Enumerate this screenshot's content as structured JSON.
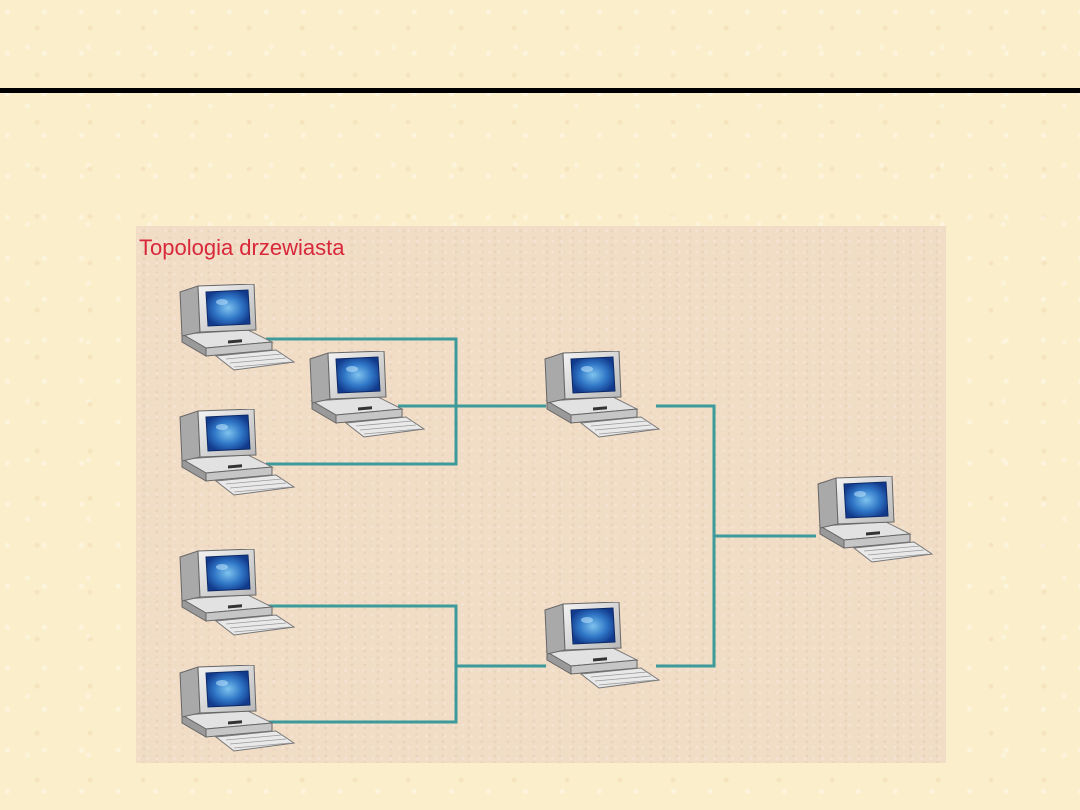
{
  "diagram": {
    "title": "Topologia drzewiasta"
  },
  "colors": {
    "page_background": "#fbeecb",
    "panel_background": "#f1dcc6",
    "title": "#d8283a",
    "link": "#3c9a9a",
    "divider": "#000000"
  },
  "icons": {
    "node": "desktop-computer-icon"
  },
  "topology": {
    "type": "tree",
    "node_count": 8,
    "nodes": [
      "computer-1",
      "computer-2",
      "computer-3",
      "computer-4",
      "computer-5",
      "computer-6",
      "computer-7",
      "computer-8"
    ],
    "links": [
      [
        "computer-1",
        "computer-3"
      ],
      [
        "computer-2",
        "computer-3"
      ],
      [
        "computer-3",
        "computer-4"
      ],
      [
        "computer-5",
        "computer-6"
      ],
      [
        "computer-7",
        "computer-6"
      ],
      [
        "computer-4",
        "computer-8"
      ],
      [
        "computer-6",
        "computer-8"
      ]
    ]
  }
}
